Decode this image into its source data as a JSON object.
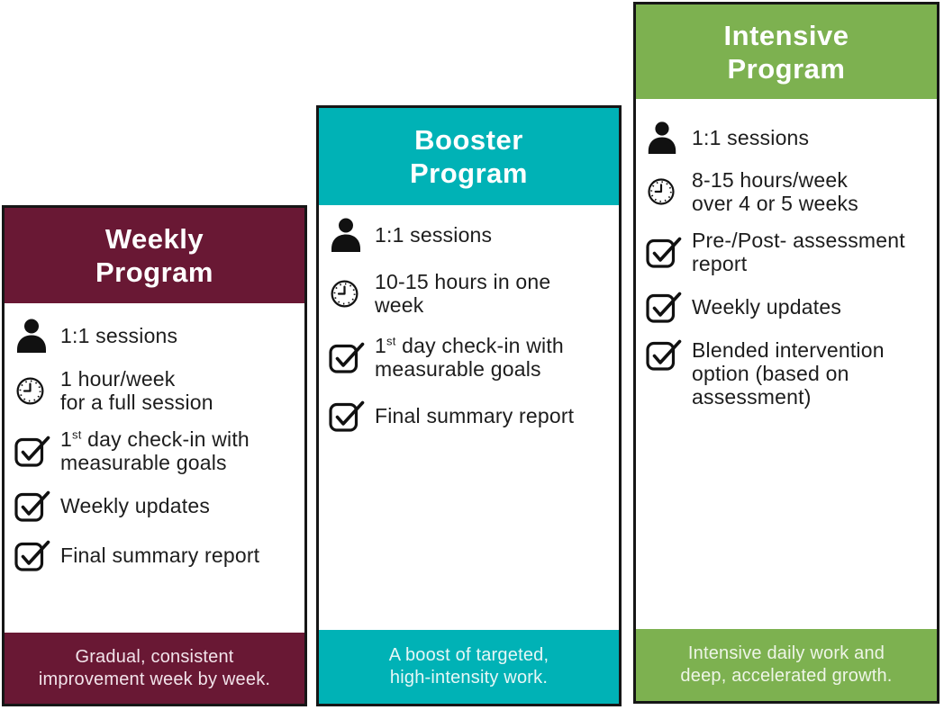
{
  "colors": {
    "weekly_header": "#691834",
    "booster_header": "#00b2b6",
    "intensive_header": "#7db150",
    "card_border": "#161616",
    "body_text": "#1d1d1d",
    "header_text": "#ffffff"
  },
  "cards": [
    {
      "name": "weekly",
      "title_line1": "Weekly",
      "title_line2": "Program",
      "header_color": "#691834",
      "footer_text_color": "#f2e3ea",
      "items": [
        {
          "icon": "person-icon",
          "l1": "1:1 sessions"
        },
        {
          "icon": "clock-icon",
          "l1": "1 hour/week",
          "l2": "for a full session"
        },
        {
          "icon": "checkbox-icon",
          "l1pre": "1",
          "l1sup": "st",
          "l1rest": " day check-in with",
          "l2": "measurable goals"
        },
        {
          "icon": "checkbox-icon",
          "l1": "Weekly updates"
        },
        {
          "icon": "checkbox-icon",
          "l1": "Final summary report"
        }
      ],
      "footer_line1": "Gradual, consistent",
      "footer_line2": "improvement week by week."
    },
    {
      "name": "booster",
      "title_line1": "Booster",
      "title_line2": "Program",
      "header_color": "#00b2b6",
      "footer_text_color": "#e6f7f7",
      "items": [
        {
          "icon": "person-icon",
          "l1": "1:1 sessions"
        },
        {
          "icon": "clock-icon",
          "l1": "10-15 hours in one",
          "l2": "week"
        },
        {
          "icon": "checkbox-icon",
          "l1pre": "1",
          "l1sup": "st",
          "l1rest": " day check-in with",
          "l2": "measurable goals"
        },
        {
          "icon": "checkbox-icon",
          "l1": "Final summary report"
        }
      ],
      "footer_line1": "A boost of targeted,",
      "footer_line2": "high-intensity work."
    },
    {
      "name": "intensive",
      "title_line1": "Intensive",
      "title_line2": "Program",
      "header_color": "#7db150",
      "footer_text_color": "#eef5e7",
      "items": [
        {
          "icon": "person-icon",
          "l1": "1:1 sessions"
        },
        {
          "icon": "clock-icon",
          "l1": "8-15 hours/week",
          "l2": "over 4 or 5 weeks"
        },
        {
          "icon": "checkbox-icon",
          "l1": "Pre-/Post- assessment",
          "l2": "report"
        },
        {
          "icon": "checkbox-icon",
          "l1": "Weekly updates"
        },
        {
          "icon": "checkbox-icon",
          "l1": "Blended intervention",
          "l2": "option (based on",
          "l3": "assessment)"
        }
      ],
      "footer_line1": "Intensive daily work and",
      "footer_line2": "deep, accelerated growth."
    }
  ]
}
